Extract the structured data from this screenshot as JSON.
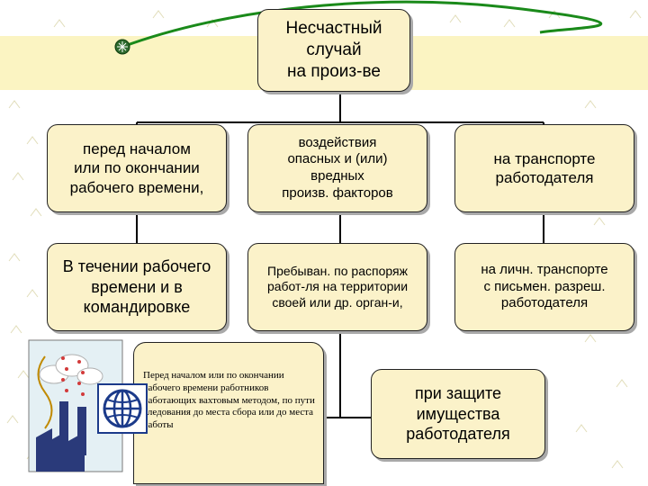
{
  "colors": {
    "box_fill": "#fbf2c9",
    "box_border": "#222222",
    "band": "#fbf4c2",
    "curve": "#1a8a1a",
    "connector": "#000000"
  },
  "diagram": {
    "root": {
      "lines": [
        "Несчастный",
        "случай",
        "на произ-ве"
      ]
    },
    "row1": [
      {
        "lines": [
          "перед началом",
          "или по окончании",
          "рабочего времени,"
        ]
      },
      {
        "lines": [
          "воздействия",
          "опасных и (или)",
          "вредных",
          "произв. факторов"
        ]
      },
      {
        "lines": [
          "на транспорте",
          "работодателя"
        ]
      }
    ],
    "row2": [
      {
        "lines": [
          "В течении рабочего",
          "времени и в",
          "командировке"
        ]
      },
      {
        "lines": [
          "Пребыван. по распоряж",
          "работ-ля на территории",
          "своей или др. орган-и,"
        ]
      },
      {
        "lines": [
          "на личн. транспорте",
          "с письмен. разреш.",
          "работодателя"
        ]
      }
    ],
    "row3": [
      {
        "text": "Перед началом или по окончании рабочего времени работников работающих вахтовым методом, по пути следования до места сбора или до места работы"
      },
      {
        "lines": [
          "при защите",
          "имущества",
          "работодателя"
        ]
      }
    ]
  },
  "icons": [
    "factory-icon",
    "globe-icon",
    "orb-icon"
  ]
}
